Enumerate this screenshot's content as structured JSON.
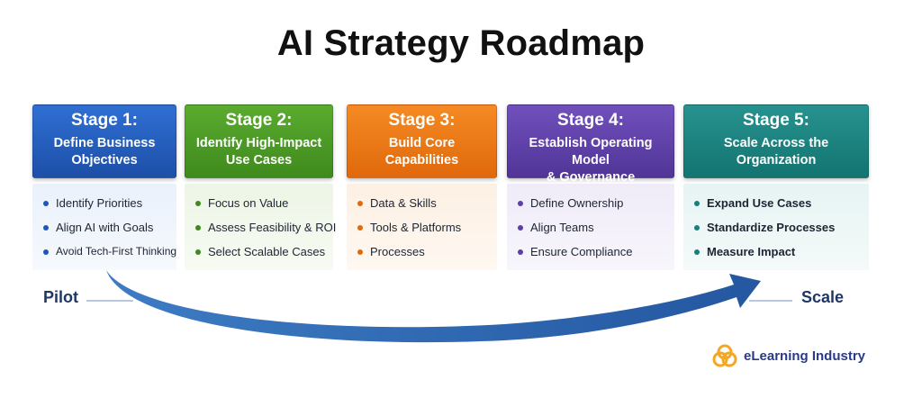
{
  "title": "AI Strategy Roadmap",
  "stages": [
    {
      "num": "Stage 1:",
      "name_lines": [
        "Define Business",
        "Objectives"
      ],
      "items": [
        "Identify Priorities",
        "Align AI with Goals",
        "Avoid Tech-First Thinking"
      ]
    },
    {
      "num": "Stage 2:",
      "name_lines": [
        "Identify High-Impact",
        "Use Cases"
      ],
      "items": [
        "Focus on Value",
        "Assess Feasibility & ROI",
        "Select Scalable Cases"
      ]
    },
    {
      "num": "Stage 3:",
      "name_lines": [
        "Build Core Capabilities",
        ""
      ],
      "items": [
        "Data & Skills",
        "Tools & Platforms",
        "Processes"
      ]
    },
    {
      "num": "Stage 4:",
      "name_lines": [
        "Establish Operating Model",
        "& Governance"
      ],
      "items": [
        "Define Ownership",
        "Align Teams",
        "Ensure Compliance"
      ]
    },
    {
      "num": "Stage 5:",
      "name_lines": [
        "Scale Across the Organization",
        ""
      ],
      "items": [
        "Expand Use Cases",
        "Standardize Processes",
        "Measure Impact"
      ]
    }
  ],
  "arrow": {
    "start_label": "Pilot",
    "end_label": "Scale"
  },
  "logo": {
    "text": "eLearning Industry"
  },
  "colors": {
    "stage1": "#2f6fd3",
    "stage2": "#5aab2f",
    "stage3": "#f58a24",
    "stage4": "#7150bd",
    "stage5": "#27928f",
    "arrow": "#2a5fa0"
  }
}
